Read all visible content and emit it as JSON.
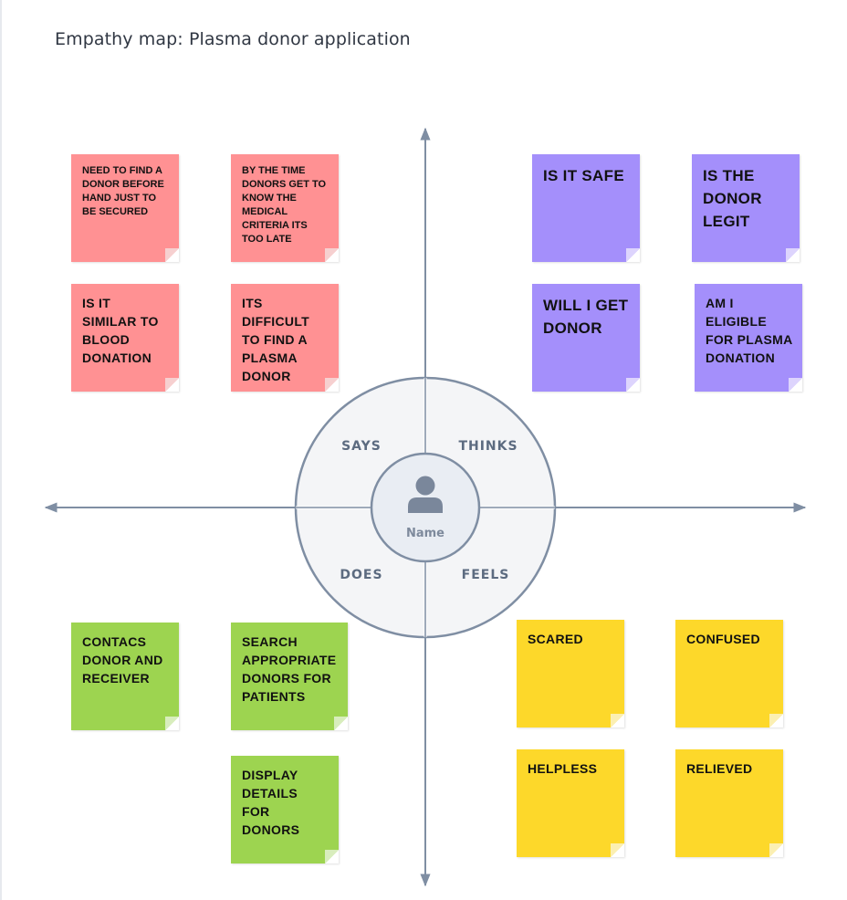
{
  "title": "Empathy map: Plasma donor application",
  "center": {
    "name_label": "Name",
    "avatar_icon": "user-avatar-icon"
  },
  "quadrants": {
    "says": "SAYS",
    "thinks": "THINKS",
    "does": "DOES",
    "feels": "FEELS"
  },
  "colors": {
    "says_notes": "#ff9193",
    "thinks_notes": "#a48ffb",
    "does_notes": "#9dd450",
    "feels_notes": "#fdd82a",
    "axis": "#7f8ea3"
  },
  "notes": {
    "says": [
      "NEED TO FIND A DONOR BEFORE HAND JUST TO BE SECURED",
      "BY THE TIME DONORS GET TO KNOW THE MEDICAL CRITERIA ITS TOO LATE",
      "IS IT SIMILAR TO BLOOD DONATION",
      "ITS DIFFICULT TO FIND A PLASMA DONOR"
    ],
    "thinks": [
      "IS IT SAFE",
      "IS THE DONOR LEGIT",
      "WILL I GET DONOR",
      "AM I ELIGIBLE FOR PLASMA DONATION"
    ],
    "does": [
      "CONTACS DONOR AND RECEIVER",
      "SEARCH APPROPRIATE DONORS FOR PATIENTS",
      "DISPLAY DETAILS FOR DONORS"
    ],
    "feels": [
      "SCARED",
      "CONFUSED",
      "HELPLESS",
      "RELIEVED"
    ]
  }
}
